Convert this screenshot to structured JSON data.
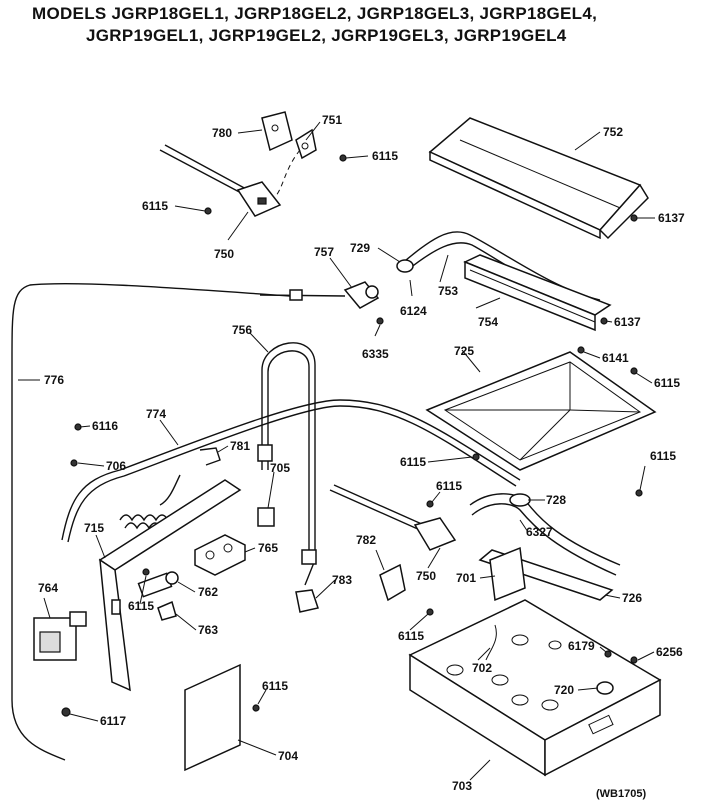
{
  "header": {
    "line1": "MODELS JGRP18GEL1, JGRP18GEL2, JGRP18GEL3, JGRP18GEL4,",
    "line2": "JGRP19GEL1, JGRP19GEL2, JGRP19GEL3, JGRP19GEL4"
  },
  "labels": {
    "p780": "780",
    "p751": "751",
    "p752": "752",
    "p6115a": "6115",
    "p6115b": "6115",
    "p750a": "750",
    "p6137a": "6137",
    "p757": "757",
    "p729": "729",
    "p753": "753",
    "p6124": "6124",
    "p754": "754",
    "p6137b": "6137",
    "p6335": "6335",
    "p725": "725",
    "p6141": "6141",
    "p6115c": "6115",
    "p756": "756",
    "p776": "776",
    "p774": "774",
    "p6116": "6116",
    "p706": "706",
    "p781": "781",
    "p705": "705",
    "p6115d": "6115",
    "p6115e": "6115",
    "p6115f": "6115",
    "p728": "728",
    "p715": "715",
    "p765": "765",
    "p6327": "6327",
    "p782": "782",
    "p750b": "750",
    "p701": "701",
    "p726": "726",
    "p764": "764",
    "p6115g": "6115",
    "p762": "762",
    "p783": "783",
    "p763": "763",
    "p6115h": "6115",
    "p6179": "6179",
    "p6256": "6256",
    "p702": "702",
    "p720": "720",
    "p6115i": "6115",
    "p6117": "6117",
    "p704": "704",
    "p703": "703"
  },
  "footer": {
    "ref": "(WB1705)"
  }
}
